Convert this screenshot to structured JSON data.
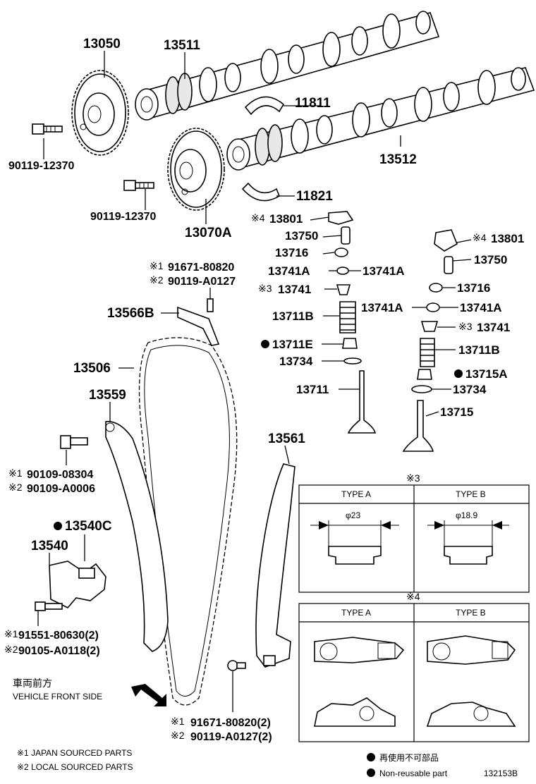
{
  "labels": {
    "p13050": "13050",
    "p13511": "13511",
    "p11811": "11811",
    "p13512": "13512",
    "p90119_12370_a": "90119-12370",
    "p90119_12370_b": "90119-12370",
    "p13070A": "13070A",
    "p11821": "11821",
    "p13801_a": "13801",
    "p13801_b": "13801",
    "p13750_a": "13750",
    "p13750_b": "13750",
    "p13716_a": "13716",
    "p13716_b": "13716",
    "p13741A_1": "13741A",
    "p13741A_2": "13741A",
    "p13741A_3": "13741A",
    "p13741A_4": "13741A",
    "p13741_a": "13741",
    "p13741_b": "13741",
    "p13711B_a": "13711B",
    "p13711B_b": "13711B",
    "p13711E": "13711E",
    "p13715A": "13715A",
    "p13734_a": "13734",
    "p13734_b": "13734",
    "p13711": "13711",
    "p13715": "13715",
    "p91671_80820": "91671-80820",
    "p90119_A0127": "90119-A0127",
    "p13566B": "13566B",
    "p13506": "13506",
    "p13559": "13559",
    "p90109_08304": "90109-08304",
    "p90109_A0006": "90109-A0006",
    "p13561": "13561",
    "p13540C": "13540C",
    "p13540": "13540",
    "p91551_80630": "91551-80630(2)",
    "p90105_A0118": "90105-A0118(2)",
    "p91671_80820_2": "91671-80820(2)",
    "p90119_A0127_2": "90119-A0127(2)"
  },
  "marks": {
    "m1": "※1",
    "m2": "※2",
    "m3": "※3",
    "m4": "※4"
  },
  "direction": {
    "jp": "車両前方",
    "en": "VEHICLE FRONT SIDE"
  },
  "table3": {
    "mark": "※3",
    "type_a": "TYPE A",
    "type_b": "TYPE B",
    "dim_a": "φ23",
    "dim_b": "φ18.9"
  },
  "table4": {
    "mark": "※4",
    "type_a": "TYPE A",
    "type_b": "TYPE B"
  },
  "legend": {
    "japan": "※1 JAPAN SOURCED PARTS",
    "local": "※2 LOCAL SOURCED PARTS",
    "nonreusable_jp": "再使用不可部品",
    "nonreusable_en": "Non-reusable part"
  },
  "figure_id": "132153B"
}
